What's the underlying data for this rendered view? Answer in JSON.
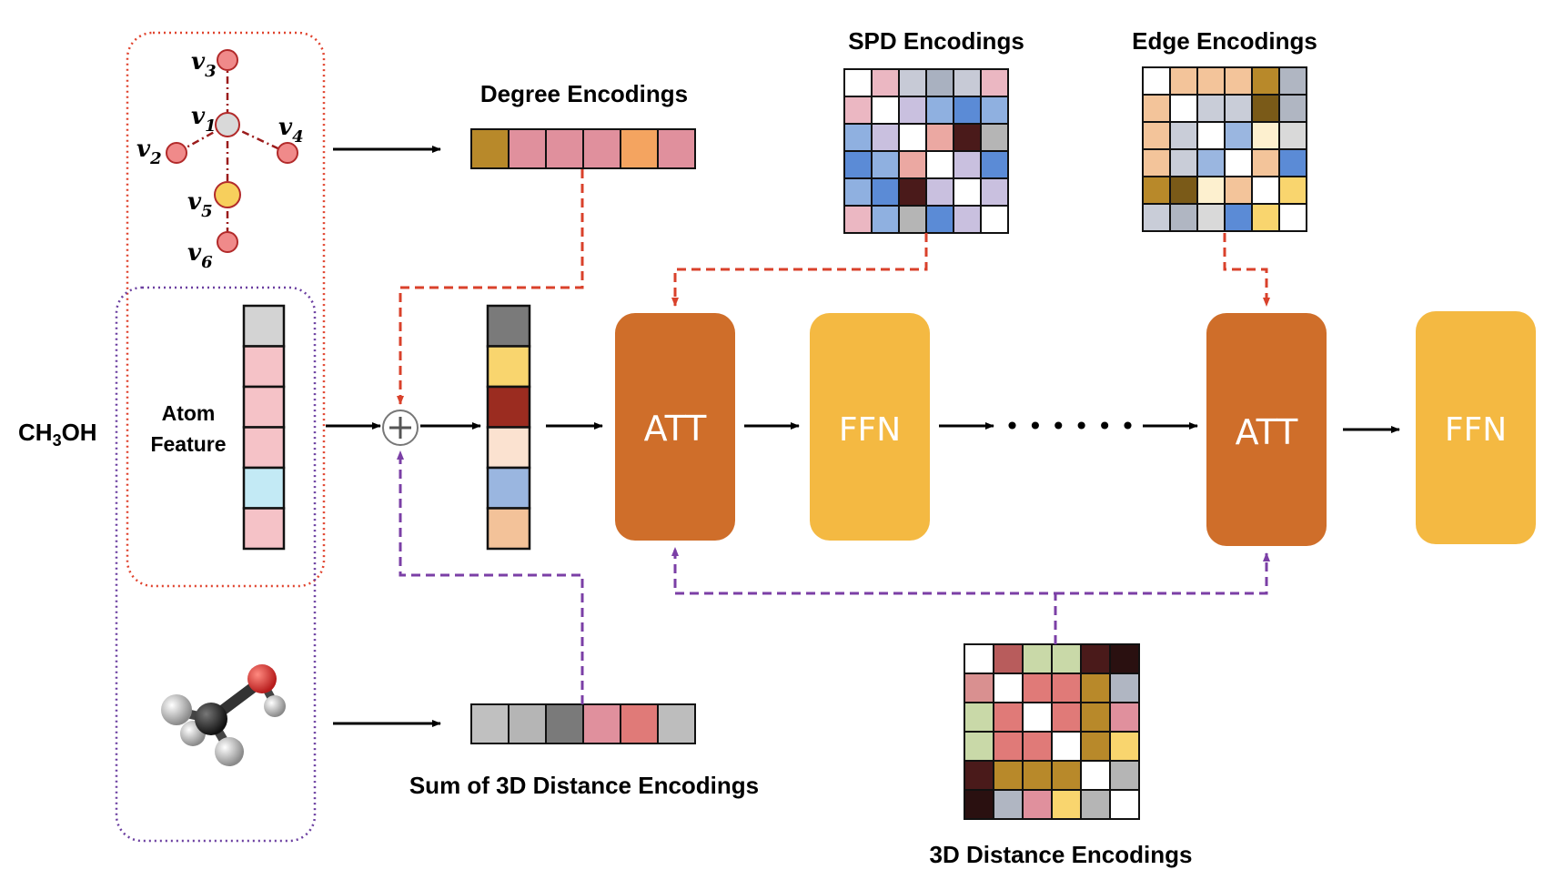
{
  "molecule": {
    "name": "CH",
    "sub3": "3",
    "suffix": "OH"
  },
  "graph_nodes": [
    {
      "label": "v",
      "sub": "1",
      "fill": "#d9d9d9"
    },
    {
      "label": "v",
      "sub": "2",
      "fill": "#f08a8a"
    },
    {
      "label": "v",
      "sub": "3",
      "fill": "#f08a8a"
    },
    {
      "label": "v",
      "sub": "4",
      "fill": "#f08a8a"
    },
    {
      "label": "v",
      "sub": "5",
      "fill": "#f7cf5c"
    },
    {
      "label": "v",
      "sub": "6",
      "fill": "#f08a8a"
    }
  ],
  "atom_feature": {
    "line1": "Atom",
    "line2": "Feature",
    "colors": [
      "#d3d3d3",
      "#f5c2c7",
      "#f5c2c7",
      "#f5c2c7",
      "#c3eaf5",
      "#f5c2c7"
    ]
  },
  "degree_encodings": {
    "title": "Degree Encodings",
    "colors": [
      "#b8892a",
      "#e0909d",
      "#e0909d",
      "#e0909d",
      "#f4a460",
      "#e0909d"
    ]
  },
  "sum_3d_encodings": {
    "title": "Sum of 3D Distance Encodings",
    "colors": [
      "#c0c0c0",
      "#b5b5b5",
      "#7a7a7a",
      "#e0909d",
      "#e07a78",
      "#bdbdbd"
    ]
  },
  "combined_vector": {
    "colors": [
      "#7a7a7a",
      "#f9d56e",
      "#9b2c20",
      "#fbe2d0",
      "#9ab6e0",
      "#f3c299"
    ]
  },
  "spd_encodings": {
    "title": "SPD Encodings",
    "grid": [
      [
        "#ffffff",
        "#ebb7c2",
        "#c7cad6",
        "#a9b1c0",
        "#c7cad6",
        "#ebb7c2"
      ],
      [
        "#ebb7c2",
        "#ffffff",
        "#c9c0df",
        "#8fb0e0",
        "#5b8bd6",
        "#8fb0e0"
      ],
      [
        "#8fb0e0",
        "#c9c0df",
        "#ffffff",
        "#eba8a2",
        "#4a1a1a",
        "#b5b5b5"
      ],
      [
        "#5b8bd6",
        "#8fb0e0",
        "#eba8a2",
        "#ffffff",
        "#c9c0df",
        "#5b8bd6"
      ],
      [
        "#8fb0e0",
        "#5b8bd6",
        "#4a1a1a",
        "#c9c0df",
        "#ffffff",
        "#c9c0df"
      ],
      [
        "#ebb7c2",
        "#8fb0e0",
        "#b5b5b5",
        "#5b8bd6",
        "#c9c0df",
        "#ffffff"
      ]
    ]
  },
  "edge_encodings": {
    "title": "Edge Encodings",
    "grid": [
      [
        "#ffffff",
        "#f3c49a",
        "#f3c49a",
        "#f3c49a",
        "#b8892a",
        "#b0b6c2"
      ],
      [
        "#f3c49a",
        "#ffffff",
        "#c9cdd8",
        "#c9cdd8",
        "#7a5a18",
        "#b0b6c2"
      ],
      [
        "#f3c49a",
        "#c9cdd8",
        "#ffffff",
        "#9ab6e0",
        "#fdf0cf",
        "#d9d9d9"
      ],
      [
        "#f3c49a",
        "#c9cdd8",
        "#9ab6e0",
        "#ffffff",
        "#f3c49a",
        "#5b8bd6"
      ],
      [
        "#b8892a",
        "#7a5a18",
        "#fdf0cf",
        "#f3c49a",
        "#ffffff",
        "#f9d56e"
      ],
      [
        "#c9cdd8",
        "#b0b6c2",
        "#d9d9d9",
        "#5b8bd6",
        "#f9d56e",
        "#ffffff"
      ]
    ]
  },
  "distance_3d_encodings": {
    "title": "3D Distance Encodings",
    "grid": [
      [
        "#ffffff",
        "#b85c5c",
        "#c9d9a8",
        "#c9d9a8",
        "#4a1a1a",
        "#2a1010"
      ],
      [
        "#d99090",
        "#ffffff",
        "#e07a78",
        "#e07a78",
        "#b8892a",
        "#b0b6c2"
      ],
      [
        "#c9d9a8",
        "#e07a78",
        "#ffffff",
        "#e07a78",
        "#b8892a",
        "#e0909d"
      ],
      [
        "#c9d9a8",
        "#e07a78",
        "#e07a78",
        "#ffffff",
        "#b8892a",
        "#f9d56e"
      ],
      [
        "#4a1a1a",
        "#b8892a",
        "#b8892a",
        "#b8892a",
        "#ffffff",
        "#b5b5b5"
      ],
      [
        "#2a1010",
        "#b0b6c2",
        "#e0909d",
        "#f9d56e",
        "#b5b5b5",
        "#ffffff"
      ]
    ]
  },
  "blocks": [
    {
      "label": "ATT",
      "color": "#cf6e2a"
    },
    {
      "label": "FFN",
      "color": "#f4b942"
    },
    {
      "label": "ATT",
      "color": "#cf6e2a"
    },
    {
      "label": "FFN",
      "color": "#f4b942"
    }
  ],
  "ellipsis": "• • • • • •",
  "colors": {
    "red_dashed": "#d9412b",
    "purple_dashed": "#7b3fa6",
    "red_dotted_box": "#e0432e",
    "purple_dotted_box": "#6b3fa0"
  }
}
